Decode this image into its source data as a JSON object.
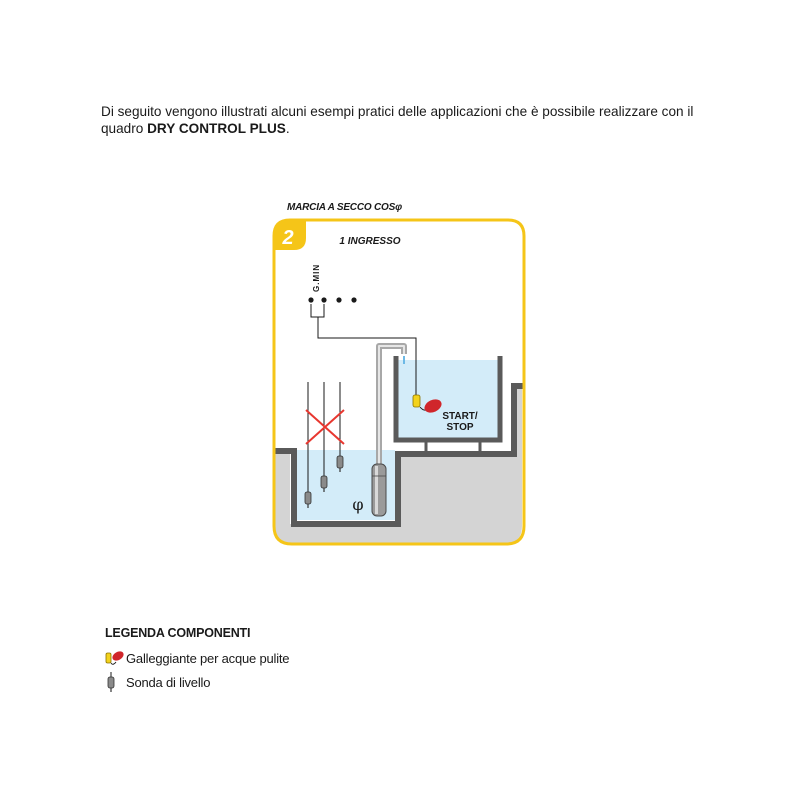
{
  "intro": {
    "text_before": "Di seguito vengono illustrati alcuni esempi pratici delle applicazioni che è possibile realizzare con il quadro ",
    "product_name": "DRY CONTROL PLUS",
    "text_after": "."
  },
  "figure": {
    "title": "MARCIA A SECCO COSφ",
    "number": "2",
    "input_label": "1 INGRESSO",
    "gmin_label": "G.MIN",
    "float_label_line1": "START/",
    "float_label_line2": "STOP",
    "phi_symbol": "φ",
    "colors": {
      "frame": "#f5c518",
      "ground": "#d4d4d4",
      "wall": "#5a5a5a",
      "water": "#d3ecf9",
      "float_red": "#d0262b",
      "float_yellow": "#f3d21c",
      "cross": "#e8372f"
    },
    "icons": [
      "float-switch-icon",
      "level-probe-icon",
      "submersible-pump-icon"
    ]
  },
  "legend": {
    "title": "LEGENDA COMPONENTI",
    "items": [
      {
        "icon": "float-switch-icon",
        "label": "Galleggiante per acque pulite"
      },
      {
        "icon": "level-probe-icon",
        "label": "Sonda di livello"
      }
    ]
  }
}
